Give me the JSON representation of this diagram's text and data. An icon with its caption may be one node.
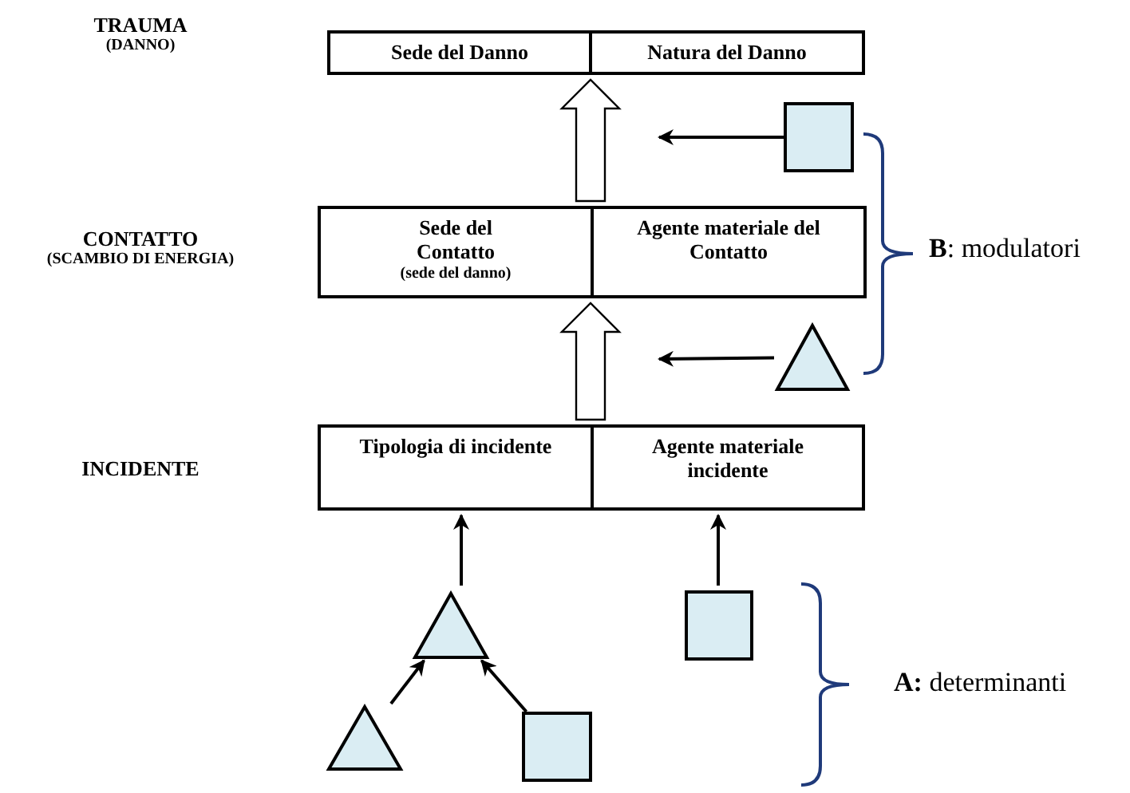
{
  "diagram": {
    "nodes": [
      {
        "text": [
          "Sede del Danno"
        ]
      },
      {
        "text": [
          "Natura del Danno"
        ]
      },
      {
        "text": [],
        "shape": "box"
      },
      {
        "text": [
          "Sede del Contatto",
          "(sede del danno)"
        ]
      },
      {
        "text": [
          "Agente materiale del Contatto"
        ]
      },
      {
        "text": [],
        "shape": "triangle"
      },
      {
        "text": [
          "Tipologia di incidente"
        ]
      },
      {
        "text": [
          "Agente materiale incidente"
        ]
      },
      {
        "text": [],
        "shape": "triangle"
      },
      {
        "text": [],
        "shape": "box"
      },
      {
        "text": [],
        "shape": "triangle"
      },
      {
        "text": [],
        "shape": "box"
      }
    ],
    "edges": [
      {
        "from": 3,
        "to": 0,
        "arrow": "to",
        "style": "thick"
      },
      {
        "from": 2,
        "to": null,
        "arrow": "to"
      },
      {
        "from": 6,
        "to": 3,
        "arrow": "to",
        "style": "thick"
      },
      {
        "from": 5,
        "to": null,
        "arrow": "to"
      },
      {
        "from": 8,
        "to": 6,
        "arrow": "to"
      },
      {
        "from": 9,
        "to": 7,
        "arrow": "to"
      },
      {
        "from": 10,
        "to": 8,
        "arrow": "to"
      },
      {
        "from": 11,
        "to": 8,
        "arrow": "to"
      }
    ],
    "labels": [
      "TRAUMA",
      "(DANNO)",
      "CONTATTO",
      "(SCAMBIO DI ENERGIA)",
      "**B**: modulatori",
      "INCIDENTE",
      "**A:** determinanti"
    ]
  }
}
